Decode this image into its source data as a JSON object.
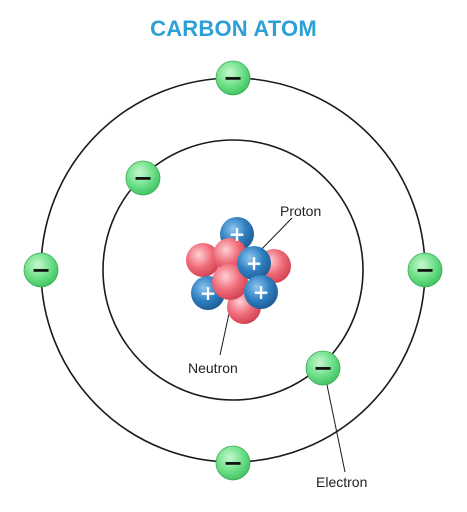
{
  "title": "CARBON ATOM",
  "labels": {
    "proton": "Proton",
    "neutron": "Neutron",
    "electron": "Electron"
  },
  "particles": {
    "electron_sign": "−",
    "proton_sign": "+"
  },
  "counts": {
    "inner_shell_electrons": 2,
    "outer_shell_electrons": 4,
    "visible_protons": 4,
    "visible_neutrons": 5
  },
  "colors": {
    "title": "#2ea0d6",
    "electron_fill": "#6fe08a",
    "proton_fill": "#2f7fc1",
    "neutron_fill": "#f06a78",
    "orbit": "#1a1a1a"
  }
}
